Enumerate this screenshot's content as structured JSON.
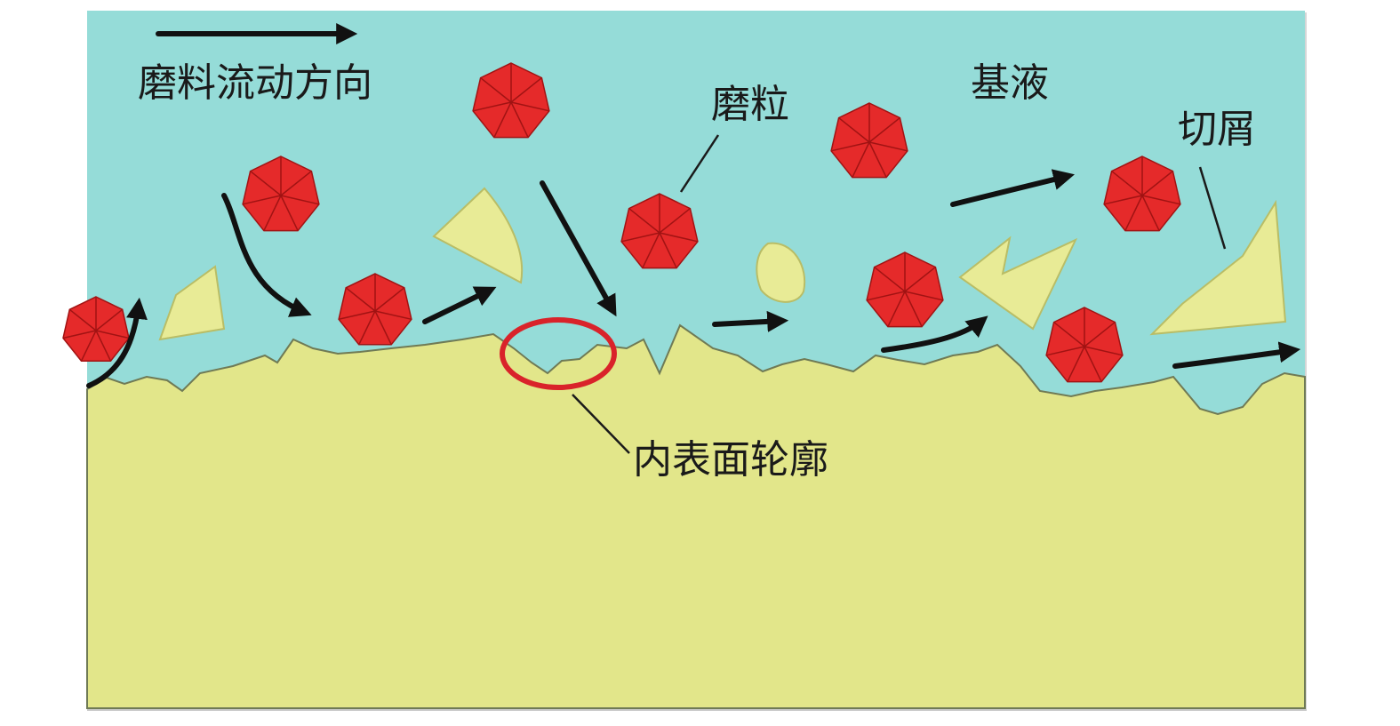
{
  "labels": {
    "flow_direction": "磨料流动方向",
    "abrasive_grain": "磨粒",
    "base_fluid": "基液",
    "chips": "切屑",
    "inner_surface_profile": "内表面轮廓"
  },
  "colors": {
    "fluid": "#95dcd8",
    "surface": "#e2e68a",
    "chip": "#e8eb96",
    "chip_outline": "#b9bd66",
    "grain": "#e52a2a",
    "grain_edge": "#a11313",
    "highlight_ring": "#d9232a",
    "arrow": "#111111",
    "frame_shadow": "#c9c9c9"
  }
}
